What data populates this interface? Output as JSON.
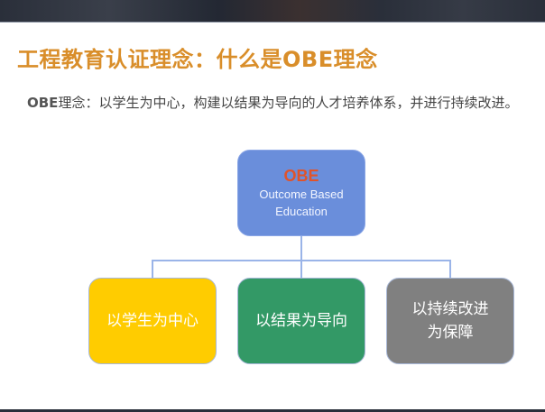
{
  "slide": {
    "title": "工程教育认证理念：什么是OBE理念",
    "subtitle_prefix": "OBE",
    "subtitle_rest": "理念：以学生为中心，构建以结果为导向的人才培养体系，并进行持续改进。"
  },
  "diagram": {
    "root": {
      "acronym": "OBE",
      "line1": "Outcome Based",
      "line2": "Education",
      "color": "#6a8edb"
    },
    "children": [
      {
        "line1": "以学生为中心",
        "line2": "",
        "color": "#ffcc00"
      },
      {
        "line1": "以结果为导向",
        "line2": "",
        "color": "#339966"
      },
      {
        "line1": "以持续改进",
        "line2": "为保障",
        "color": "#808080"
      }
    ]
  }
}
